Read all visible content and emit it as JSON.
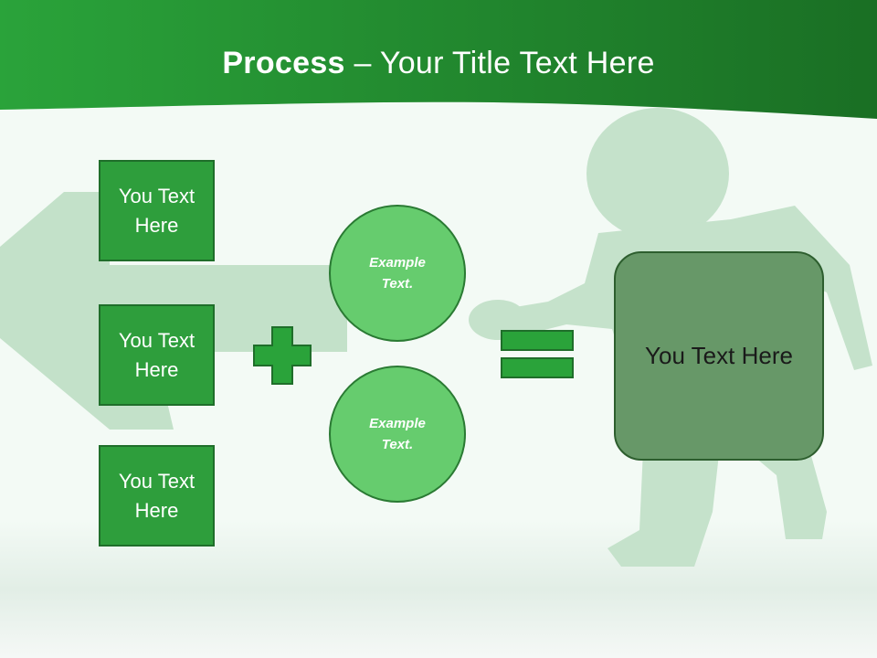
{
  "slide": {
    "title_bold": "Process",
    "title_rest": " – Your Title Text Here"
  },
  "inputs": [
    {
      "label": "You Text Here"
    },
    {
      "label": "You Text Here"
    },
    {
      "label": "You Text Here"
    }
  ],
  "circles": [
    {
      "label": "Example Text."
    },
    {
      "label": "Example Text."
    }
  ],
  "result": {
    "label": "You Text Here"
  },
  "colors": {
    "header_green": "#1f8a2e",
    "box_green": "#2e9e3c",
    "circle_green": "#66cc6e",
    "result_green": "#679868",
    "symbol_green": "#2aa33a"
  },
  "icons": [
    "plus-sign",
    "equals-sign",
    "arrow-background",
    "running-figure-background"
  ]
}
